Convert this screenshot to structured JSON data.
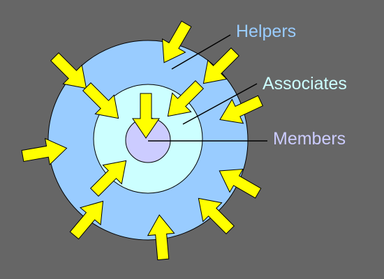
{
  "colors": {
    "background": "#666666",
    "helpers_ring": "#99CCFF",
    "associates_ring": "#CCFFFF",
    "members_core": "#CCCCFF",
    "arrow_fill": "#FFFF00",
    "outline": "#000000",
    "helpers_label": "#99CCFF",
    "associates_label": "#CCFFFF",
    "members_label": "#CCCCFF"
  },
  "labels": {
    "helpers": "Helpers",
    "associates": "Associates",
    "members": "Members"
  },
  "icons": {
    "arrow": "arrow-inward-icon"
  }
}
